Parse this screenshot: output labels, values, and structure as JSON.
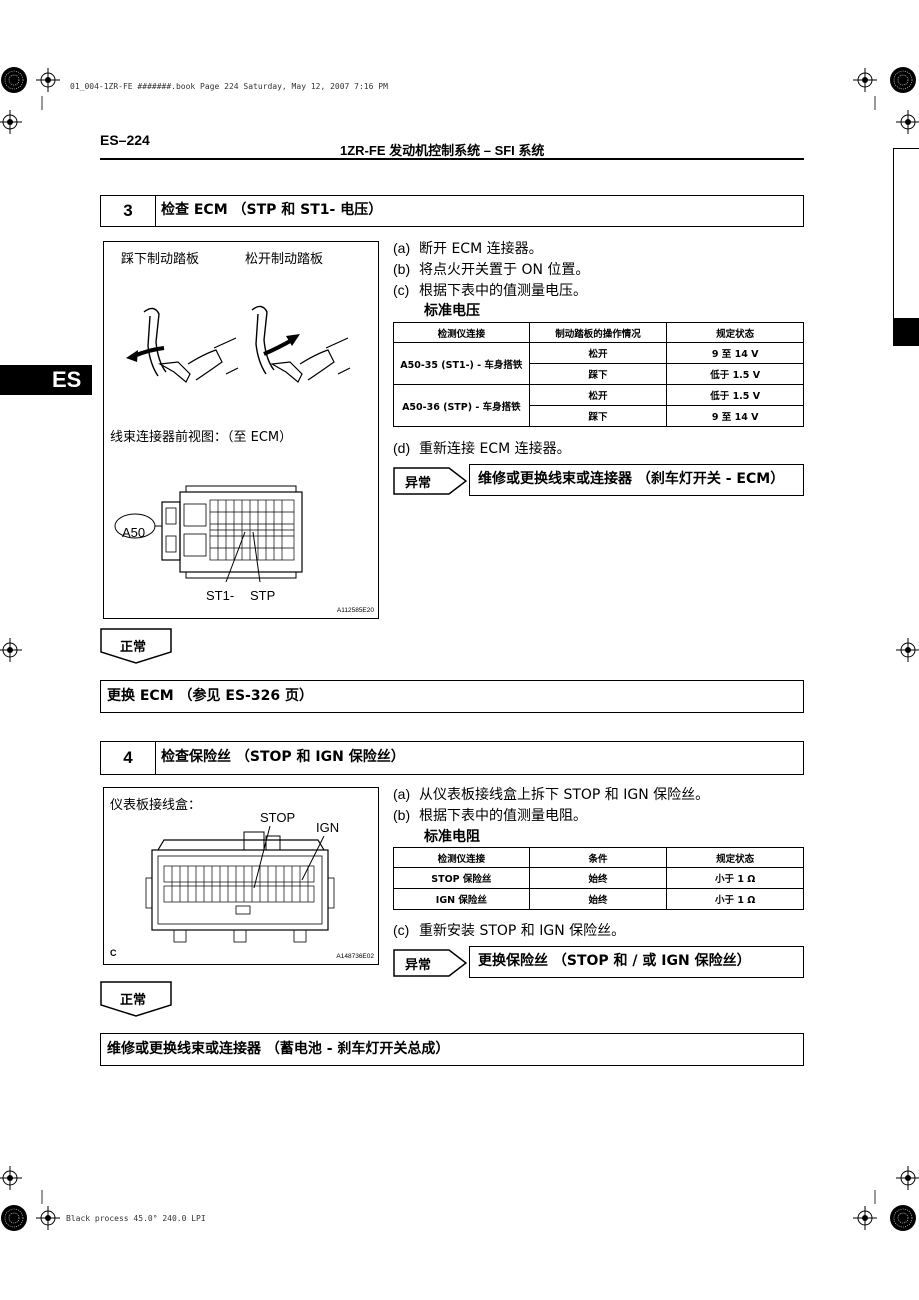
{
  "print_info": {
    "top": "01_004-1ZR-FE #######.book  Page 224  Saturday, May 12, 2007  7:16 PM",
    "bottom": "Black process 45.0°  240.0 LPI"
  },
  "header": {
    "page_code": "ES–224",
    "title": "1ZR-FE 发动机控制系统 – SFI 系统",
    "side_tab": "ES"
  },
  "step3": {
    "number": "3",
    "title": "检查 ECM （STP 和 ST1- 电压）",
    "figure": {
      "label_press": "踩下制动踏板",
      "label_release": "松开制动踏板",
      "connector_caption": "线束连接器前视图：（至 ECM）",
      "connector_id": "A50",
      "pin_st1": "ST1-",
      "pin_stp": "STP",
      "figure_id": "A112585E20"
    },
    "instructions": [
      {
        "key": "(a)",
        "text": "断开 ECM 连接器。"
      },
      {
        "key": "(b)",
        "text": "将点火开关置于 ON 位置。"
      },
      {
        "key": "(c)",
        "text": "根据下表中的值测量电压。"
      }
    ],
    "standard_title": "标准电压",
    "table": {
      "headers": [
        "检测仪连接",
        "制动踏板的操作情况",
        "规定状态"
      ],
      "groups": [
        {
          "connection": "A50-35 (ST1-) - 车身搭铁",
          "rows": [
            {
              "condition": "松开",
              "spec": "9 至 14 V"
            },
            {
              "condition": "踩下",
              "spec": "低于 1.5 V"
            }
          ]
        },
        {
          "connection": "A50-36 (STP) - 车身搭铁",
          "rows": [
            {
              "condition": "松开",
              "spec": "低于 1.5 V"
            },
            {
              "condition": "踩下",
              "spec": "9 至 14 V"
            }
          ]
        }
      ]
    },
    "instruction_d": {
      "key": "(d)",
      "text": "重新连接 ECM 连接器。"
    },
    "abnormal_label": "异常",
    "abnormal_action": "维修或更换线束或连接器 （刹车灯开关 - ECM）",
    "normal_label": "正常",
    "normal_action": "更换 ECM （参见 ES-326 页）"
  },
  "step4": {
    "number": "4",
    "title": "检查保险丝 （STOP 和 IGN 保险丝）",
    "figure": {
      "caption": "仪表板接线盒：",
      "label_stop": "STOP",
      "label_ign": "IGN",
      "corner_letter": "C",
      "figure_id": "A148736E02"
    },
    "instructions": [
      {
        "key": "(a)",
        "text": "从仪表板接线盒上拆下 STOP 和 IGN 保险丝。"
      },
      {
        "key": "(b)",
        "text": "根据下表中的值测量电阻。"
      }
    ],
    "standard_title": "标准电阻",
    "table": {
      "headers": [
        "检测仪连接",
        "条件",
        "规定状态"
      ],
      "rows": [
        {
          "connection": "STOP 保险丝",
          "condition": "始终",
          "spec": "小于 1 Ω"
        },
        {
          "connection": "IGN 保险丝",
          "condition": "始终",
          "spec": "小于 1 Ω"
        }
      ]
    },
    "instruction_c": {
      "key": "(c)",
      "text": "重新安装 STOP 和 IGN 保险丝。"
    },
    "abnormal_label": "异常",
    "abnormal_action": "更换保险丝 （STOP 和 / 或 IGN 保险丝）",
    "normal_label": "正常",
    "normal_action": "维修或更换线束或连接器 （蓄电池 - 刹车灯开关总成）"
  }
}
